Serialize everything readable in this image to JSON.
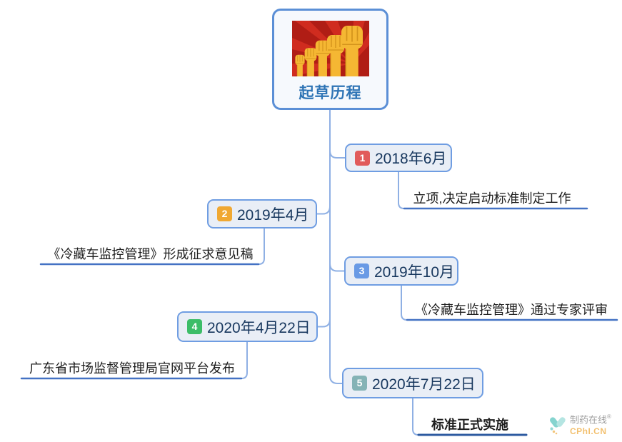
{
  "root_topic": {
    "title": "起草历程",
    "title_color": "#2e74b5",
    "image": "raised-fists-poster",
    "border_color": "#5b8fd6"
  },
  "milestones": [
    {
      "num": "1",
      "badge_color": "#e15b5b",
      "date": "2018年6月",
      "description": "立项,决定启动标准制定工作",
      "bold": false
    },
    {
      "num": "2",
      "badge_color": "#f0a832",
      "date": "2019年4月",
      "description": "《冷藏车监控管理》形成征求意见稿",
      "bold": false
    },
    {
      "num": "3",
      "badge_color": "#699ae5",
      "date": "2019年10月",
      "description": "《冷藏车监控管理》通过专家评审",
      "bold": false
    },
    {
      "num": "4",
      "badge_color": "#3cbd68",
      "date": "2020年4月22日",
      "description": "广东省市场监督管理局官网平台发布",
      "bold": false
    },
    {
      "num": "5",
      "badge_color": "#84b3b6",
      "date": "2020年7月22日",
      "description": "标准正式实施",
      "bold": true
    }
  ],
  "styles": {
    "node_fill": "#e9eef6",
    "node_border": "#6f9de2",
    "node_text": "#17375e",
    "connector": "#8fb0e4",
    "underline": "#4472c4",
    "underline_final": "#2d5aa0"
  },
  "watermark": {
    "brand": "制药在线",
    "registered": "®",
    "domain": "CPhI.CN",
    "brand_color": "#9b9b9b",
    "domain_color": "#f2bd68"
  }
}
